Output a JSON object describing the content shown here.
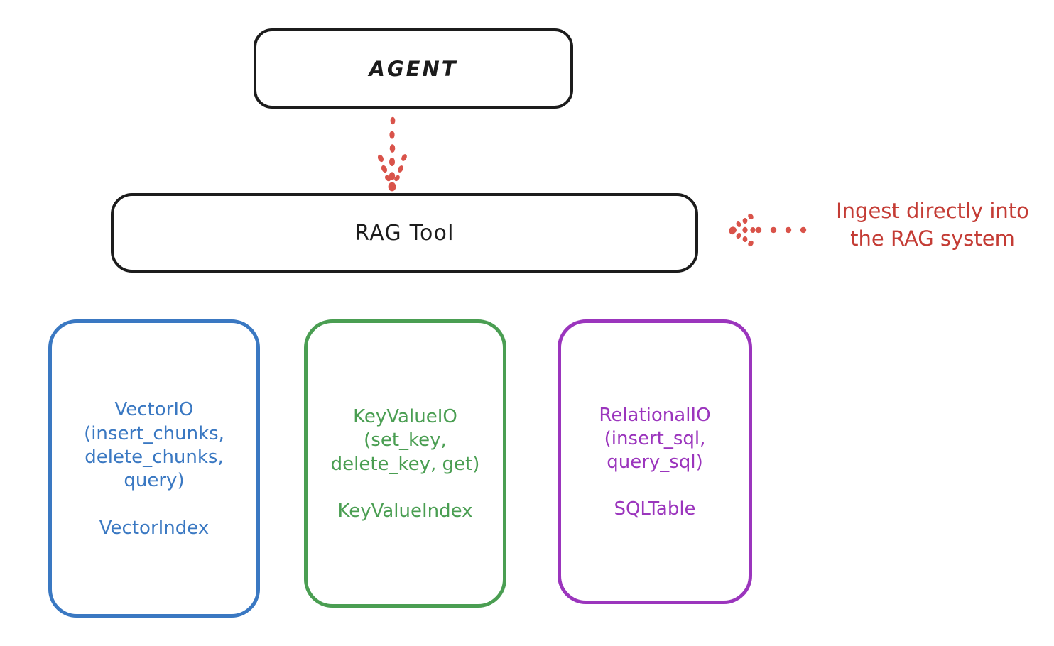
{
  "diagram": {
    "title_node": {
      "label": "AGENT"
    },
    "tool_node": {
      "label": "RAG Tool"
    },
    "annotation": {
      "text": "Ingest directly into\nthe RAG system"
    },
    "leaves": [
      {
        "id": "vector",
        "api": "VectorIO\n(insert_chunks,\ndelete_chunks,\nquery)",
        "index": "VectorIndex",
        "color": "#3a78c2"
      },
      {
        "id": "keyvalue",
        "api": "KeyValueIO\n(set_key,\ndelete_key, get)",
        "index": "KeyValueIndex",
        "color": "#4a9e52"
      },
      {
        "id": "relational",
        "api": "RelationalIO\n(insert_sql,\nquery_sql)",
        "index": "SQLTable",
        "color": "#9b35bd"
      }
    ],
    "colors": {
      "stroke_black": "#1c1c1c",
      "accent_red": "#c43c35",
      "vector_blue": "#3a78c2",
      "keyvalue_green": "#4a9e52",
      "relational_purple": "#9b35bd",
      "background": "#ffffff"
    },
    "connectors": [
      {
        "name": "agent-to-rag-arrow",
        "style": "dotted",
        "direction": "down",
        "color": "#c43c35"
      },
      {
        "name": "annotation-to-rag-arrow",
        "style": "dotted",
        "direction": "left",
        "color": "#c43c35"
      }
    ]
  }
}
